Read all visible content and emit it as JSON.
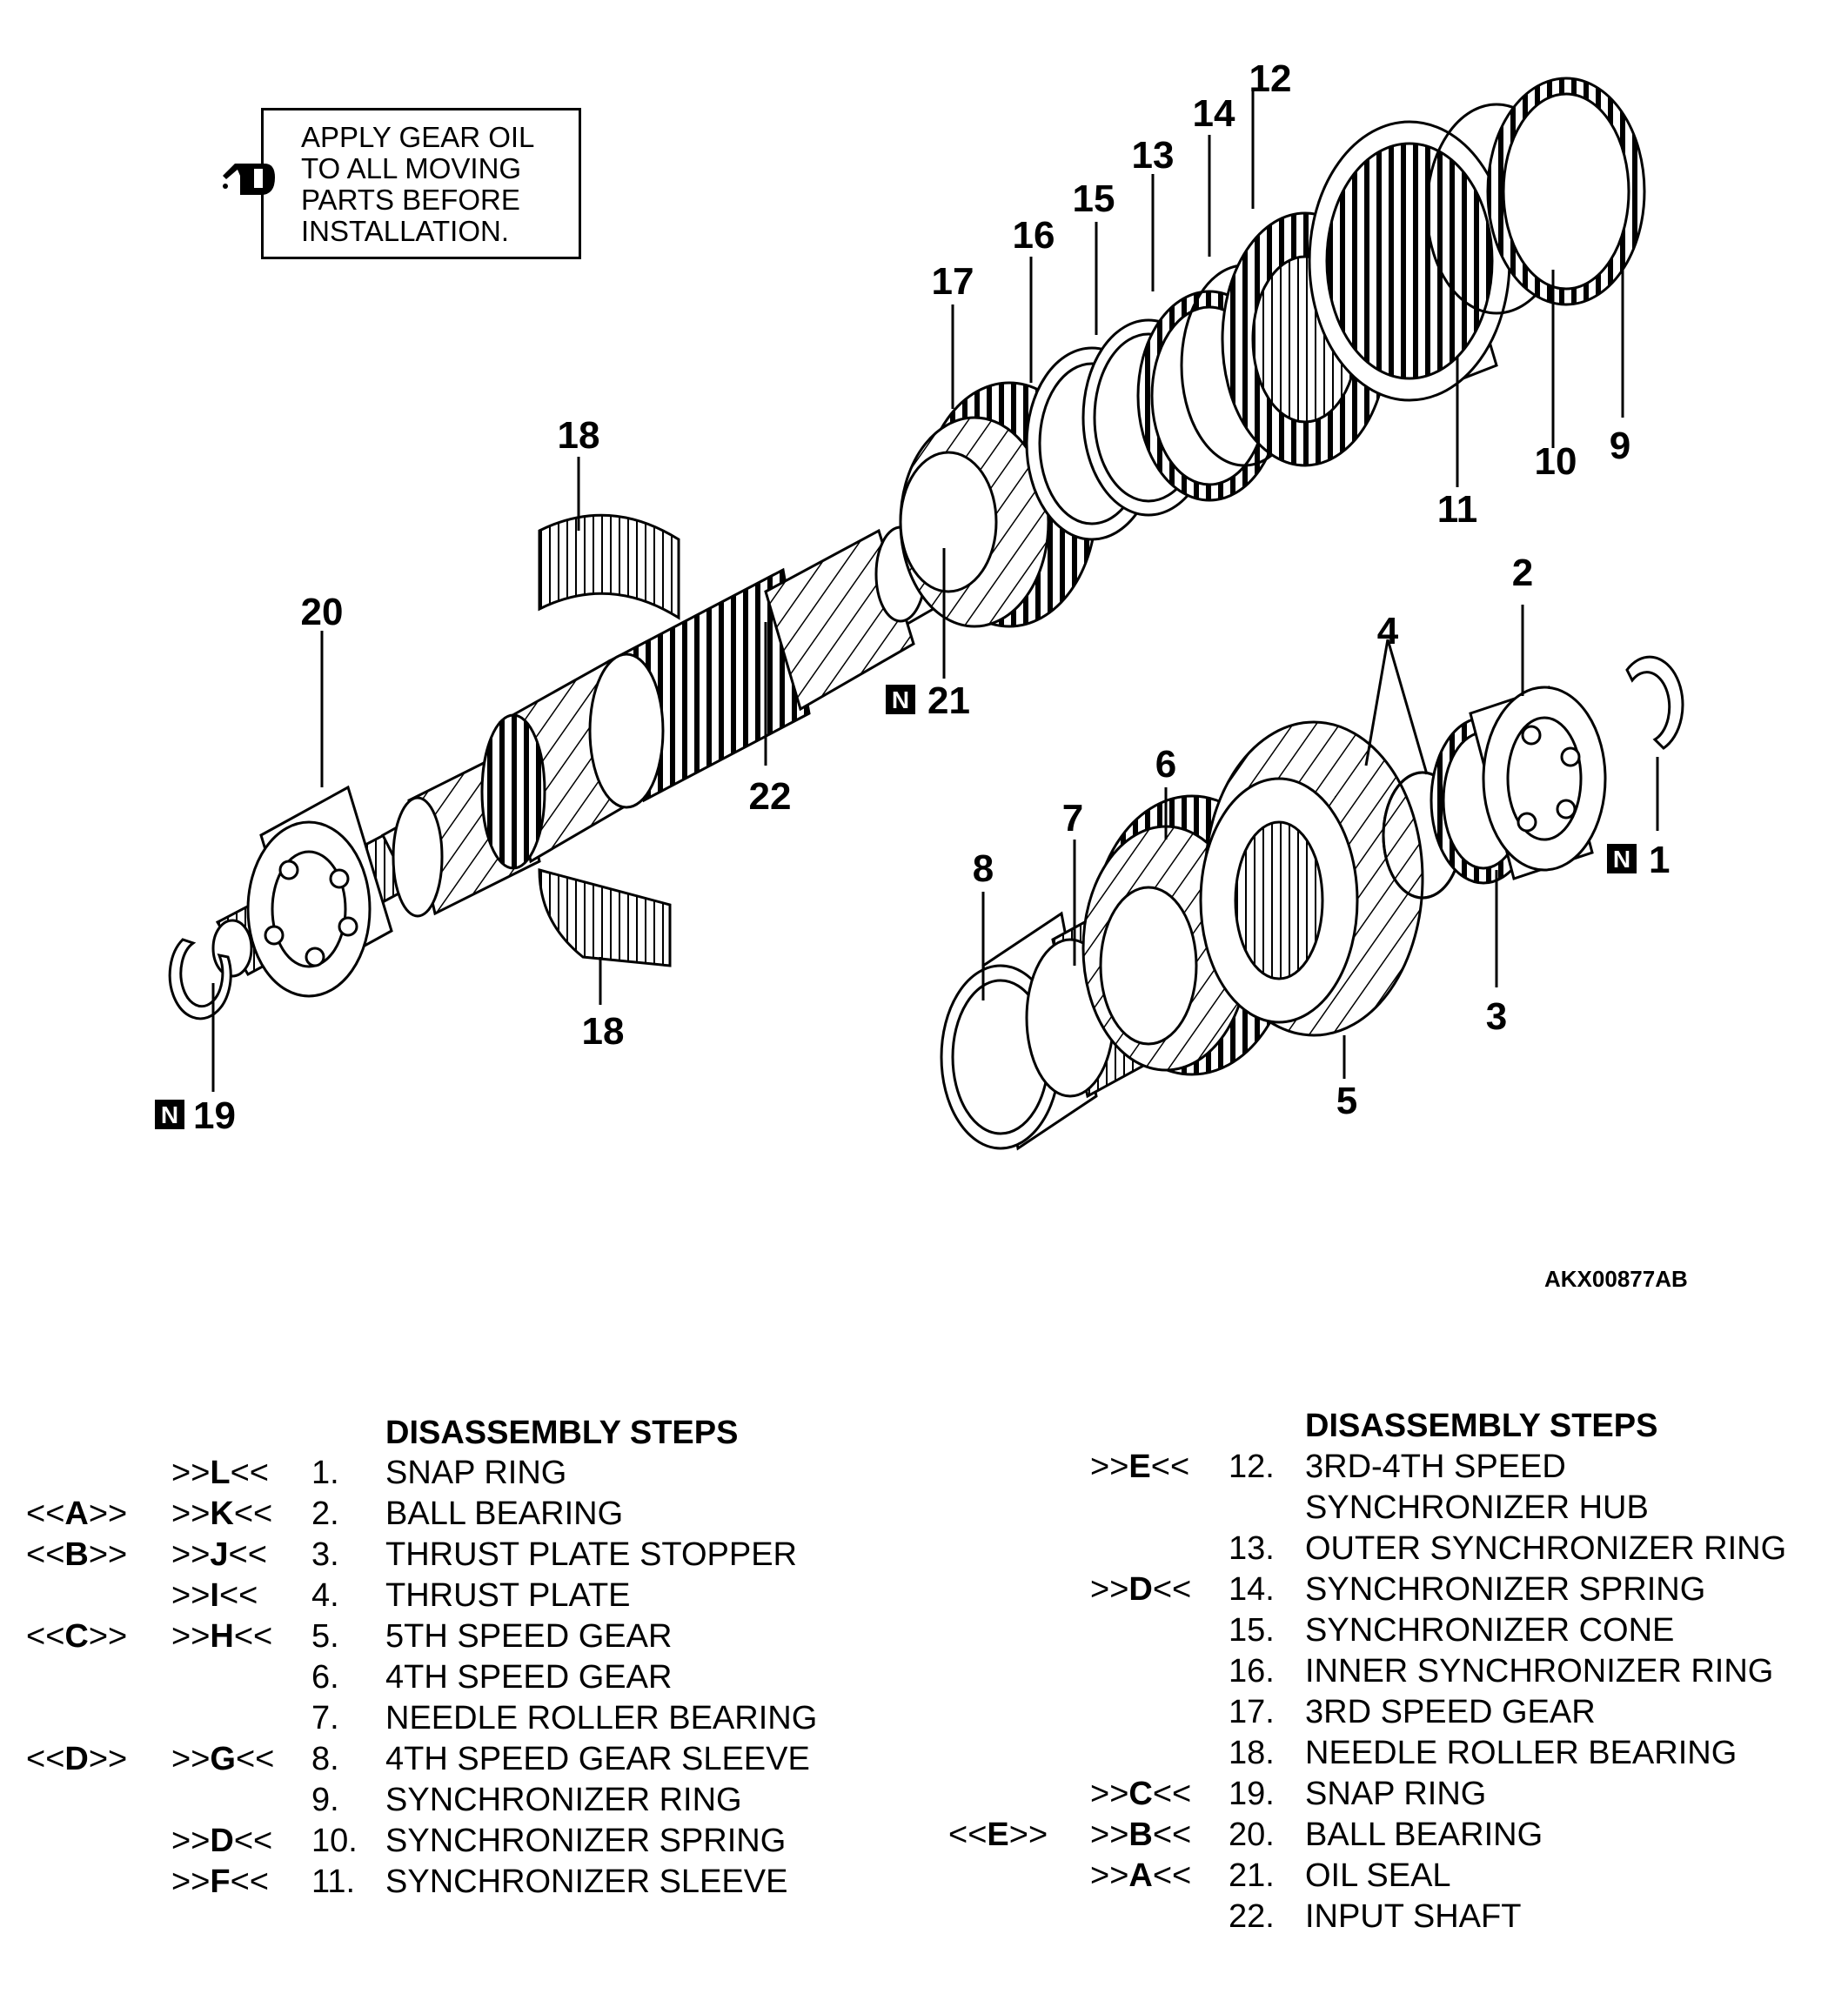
{
  "note": {
    "text": "APPLY GEAR OIL\nTO ALL MOVING\nPARTS BEFORE\nINSTALLATION.",
    "icon": "oil-can-icon"
  },
  "reference_code": "AKX00877AB",
  "callouts": [
    {
      "label": "1",
      "new_part": true
    },
    {
      "label": "2",
      "new_part": false
    },
    {
      "label": "3",
      "new_part": false
    },
    {
      "label": "4",
      "new_part": false
    },
    {
      "label": "5",
      "new_part": false
    },
    {
      "label": "6",
      "new_part": false
    },
    {
      "label": "7",
      "new_part": false
    },
    {
      "label": "8",
      "new_part": false
    },
    {
      "label": "9",
      "new_part": false
    },
    {
      "label": "10",
      "new_part": false
    },
    {
      "label": "11",
      "new_part": false
    },
    {
      "label": "12",
      "new_part": false
    },
    {
      "label": "13",
      "new_part": false
    },
    {
      "label": "14",
      "new_part": false
    },
    {
      "label": "15",
      "new_part": false
    },
    {
      "label": "16",
      "new_part": false
    },
    {
      "label": "17",
      "new_part": false
    },
    {
      "label": "18",
      "new_part": false
    },
    {
      "label": "19",
      "new_part": true
    },
    {
      "label": "20",
      "new_part": false
    },
    {
      "label": "21",
      "new_part": true
    },
    {
      "label": "22",
      "new_part": false
    }
  ],
  "new_part_badge": "N",
  "steps_left": {
    "heading": "DISASSEMBLY STEPS",
    "rows": [
      {
        "removal": "",
        "install": ">>L<<",
        "num": "1.",
        "name": "SNAP RING"
      },
      {
        "removal": "<<A>>",
        "install": ">>K<<",
        "num": "2.",
        "name": "BALL BEARING"
      },
      {
        "removal": "<<B>>",
        "install": ">>J<<",
        "num": "3.",
        "name": "THRUST PLATE STOPPER"
      },
      {
        "removal": "",
        "install": ">>I<<",
        "num": "4.",
        "name": "THRUST PLATE"
      },
      {
        "removal": "<<C>>",
        "install": ">>H<<",
        "num": "5.",
        "name": "5TH SPEED GEAR"
      },
      {
        "removal": "",
        "install": "",
        "num": "6.",
        "name": "4TH SPEED GEAR"
      },
      {
        "removal": "",
        "install": "",
        "num": "7.",
        "name": "NEEDLE ROLLER BEARING"
      },
      {
        "removal": "<<D>>",
        "install": ">>G<<",
        "num": "8.",
        "name": "4TH SPEED GEAR SLEEVE"
      },
      {
        "removal": "",
        "install": "",
        "num": "9.",
        "name": "SYNCHRONIZER RING"
      },
      {
        "removal": "",
        "install": ">>D<<",
        "num": "10.",
        "name": "SYNCHRONIZER SPRING"
      },
      {
        "removal": "",
        "install": ">>F<<",
        "num": "11.",
        "name": "SYNCHRONIZER SLEEVE"
      }
    ]
  },
  "steps_right": {
    "heading": "DISASSEMBLY STEPS",
    "rows": [
      {
        "removal": "",
        "install": ">>E<<",
        "num": "12.",
        "name": "3RD-4TH SPEED"
      },
      {
        "removal": "",
        "install": "",
        "num": "",
        "name": "SYNCHRONIZER HUB"
      },
      {
        "removal": "",
        "install": "",
        "num": "13.",
        "name": "OUTER SYNCHRONIZER RING"
      },
      {
        "removal": "",
        "install": ">>D<<",
        "num": "14.",
        "name": "SYNCHRONIZER SPRING"
      },
      {
        "removal": "",
        "install": "",
        "num": "15.",
        "name": "SYNCHRONIZER CONE"
      },
      {
        "removal": "",
        "install": "",
        "num": "16.",
        "name": "INNER SYNCHRONIZER RING"
      },
      {
        "removal": "",
        "install": "",
        "num": "17.",
        "name": "3RD SPEED GEAR"
      },
      {
        "removal": "",
        "install": "",
        "num": "18.",
        "name": "NEEDLE ROLLER BEARING"
      },
      {
        "removal": "",
        "install": ">>C<<",
        "num": "19.",
        "name": "SNAP RING"
      },
      {
        "removal": "<<E>>",
        "install": ">>B<<",
        "num": "20.",
        "name": "BALL BEARING"
      },
      {
        "removal": "",
        "install": ">>A<<",
        "num": "21.",
        "name": "OIL SEAL"
      },
      {
        "removal": "",
        "install": "",
        "num": "22.",
        "name": "INPUT SHAFT"
      }
    ]
  }
}
